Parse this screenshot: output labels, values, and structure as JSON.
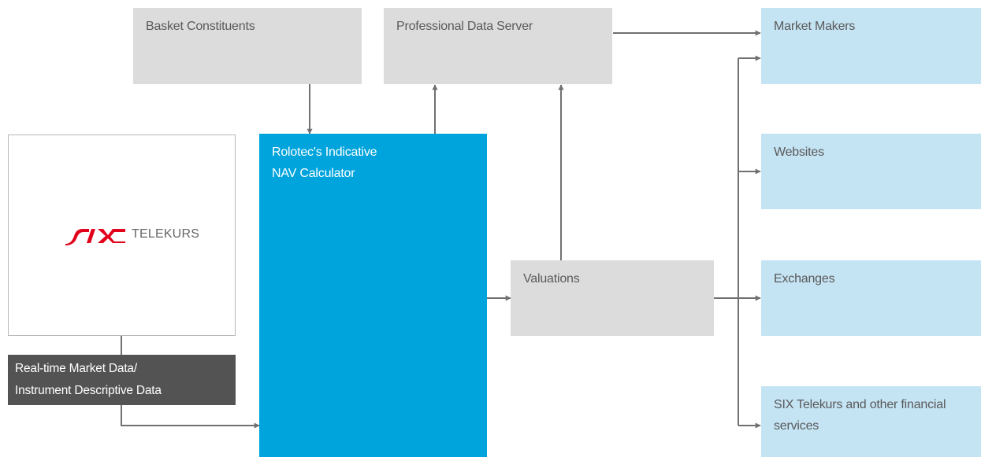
{
  "nodes": {
    "basket_constituents": {
      "label": "Basket Constituents"
    },
    "professional_data_server": {
      "label": "Professional Data Server"
    },
    "market_makers": {
      "label": "Market Makers"
    },
    "websites": {
      "label": "Websites"
    },
    "exchanges": {
      "label": "Exchanges"
    },
    "six_telekurs_services": {
      "label": "SIX Telekurs and other financial\nservices"
    },
    "nav_calculator": {
      "label": "Rolotec's Indicative\nNAV Calculator"
    },
    "valuations": {
      "label": "Valuations"
    },
    "market_data": {
      "label": "Real-time Market Data/\nInstrument Descriptive Data"
    }
  },
  "logo": {
    "text": "TELEKURS",
    "icon": "six-logo-mark",
    "brand_color": "#e2001a"
  },
  "colors": {
    "grey_box": "#dcdcdd",
    "light_blue_box": "#c4e3f3",
    "accent_blue": "#00a4dc",
    "dark_box": "#535353",
    "connector": "#707070"
  },
  "edges": [
    {
      "from": "Basket Constituents",
      "to": "Rolotec's Indicative NAV Calculator"
    },
    {
      "from": "Rolotec's Indicative NAV Calculator",
      "to": "Professional Data Server"
    },
    {
      "from": "Valuations",
      "to": "Professional Data Server"
    },
    {
      "from": "Rolotec's Indicative NAV Calculator",
      "to": "Valuations"
    },
    {
      "from": "Professional Data Server",
      "to": "Market Makers"
    },
    {
      "from": "Valuations",
      "to": "Market Makers"
    },
    {
      "from": "Valuations",
      "to": "Websites"
    },
    {
      "from": "Valuations",
      "to": "Exchanges"
    },
    {
      "from": "Valuations",
      "to": "SIX Telekurs and other financial\nservices"
    },
    {
      "from": "Real-time Market Data/\nInstrument Descriptive Data",
      "to": "Rolotec's Indicative NAV Calculator"
    }
  ]
}
